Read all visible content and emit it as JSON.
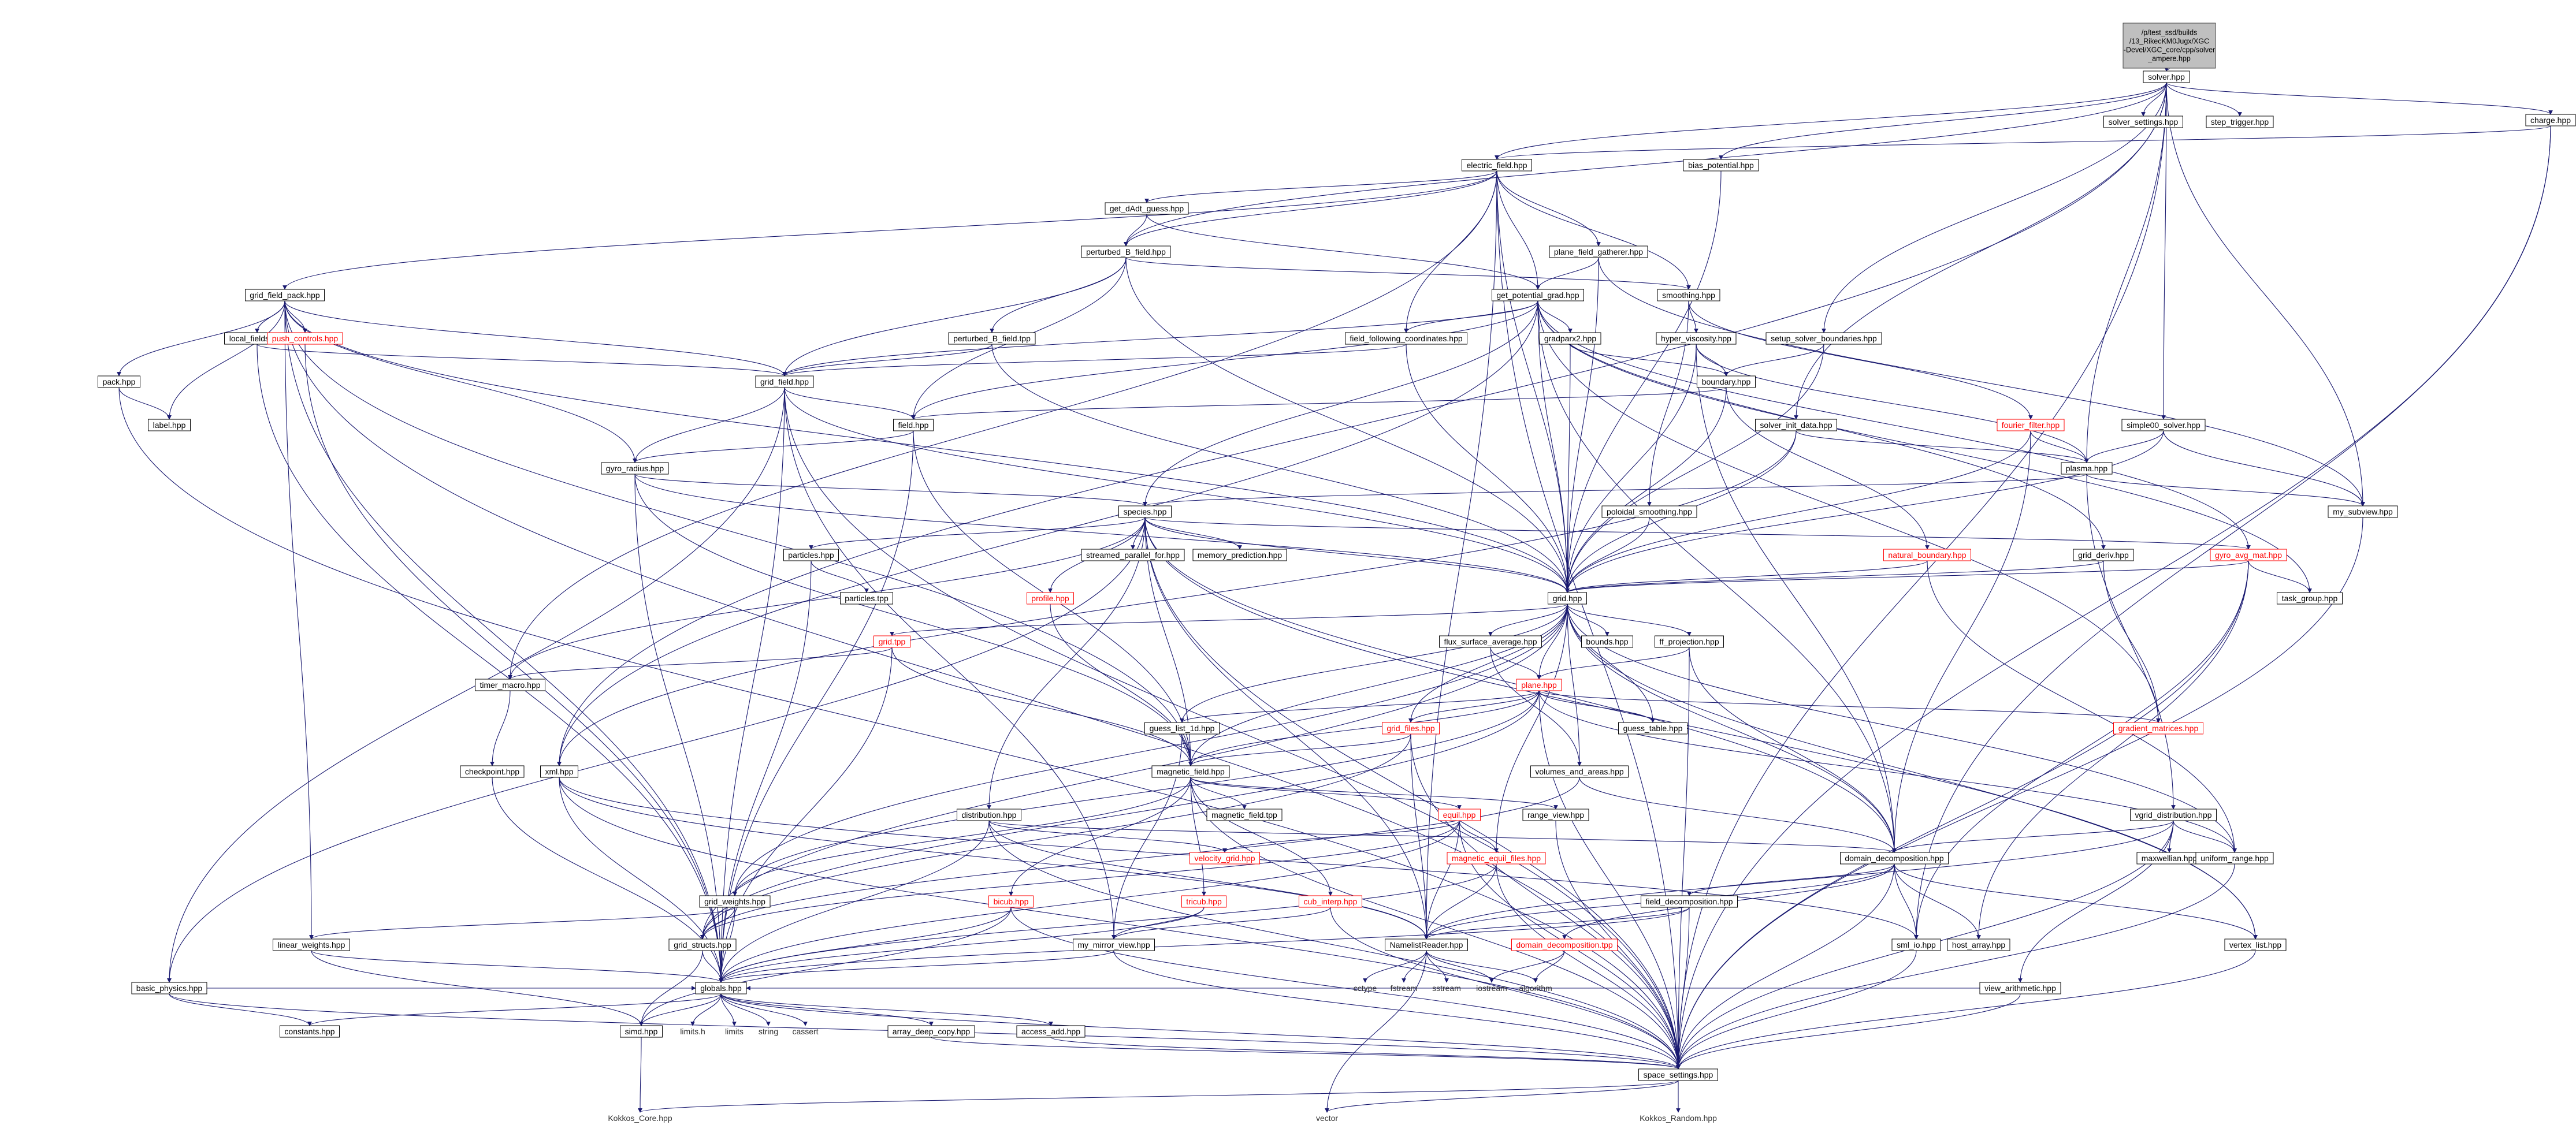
{
  "diagram": {
    "title": "Include dependency graph",
    "root": "solver.hpp",
    "colors": {
      "edge": "#191970",
      "missing_border": "#ff0000",
      "root_fill": "#bfbfbf"
    },
    "nodes": [
      {
        "id": "root",
        "lines": [
          "/p/test_ssd/builds",
          "/13_RikecKM0Jugx/XGC",
          "-Devel/XGC_core/cpp/solver",
          "_ampere.hpp"
        ],
        "kind": "root"
      },
      {
        "id": "solver",
        "lines": [
          "solver.hpp"
        ]
      },
      {
        "id": "charge",
        "lines": [
          "charge.hpp"
        ]
      },
      {
        "id": "solver_settings",
        "lines": [
          "solver_settings.hpp"
        ]
      },
      {
        "id": "step_trigger",
        "lines": [
          "step_trigger.hpp"
        ]
      },
      {
        "id": "bias_potential",
        "lines": [
          "bias_potential.hpp"
        ]
      },
      {
        "id": "electric_field",
        "lines": [
          "electric_field.hpp"
        ]
      },
      {
        "id": "get_dAdt_guess",
        "lines": [
          "get_dAdt_guess.hpp"
        ]
      },
      {
        "id": "perturbed_B_field",
        "lines": [
          "perturbed_B_field.hpp"
        ]
      },
      {
        "id": "plane_field_gatherer",
        "lines": [
          "plane_field_gatherer.hpp"
        ]
      },
      {
        "id": "grid_field_pack",
        "lines": [
          "grid_field_pack.hpp"
        ]
      },
      {
        "id": "get_potential_grad",
        "lines": [
          "get_potential_grad.hpp"
        ]
      },
      {
        "id": "smoothing",
        "lines": [
          "smoothing.hpp"
        ]
      },
      {
        "id": "local_fields",
        "lines": [
          "local_fields.hpp"
        ]
      },
      {
        "id": "push_controls",
        "lines": [
          "push_controls.hpp"
        ],
        "kind": "missing"
      },
      {
        "id": "perturbed_B_field_tpp",
        "lines": [
          "perturbed_B_field.tpp"
        ]
      },
      {
        "id": "field_following_coordinates",
        "lines": [
          "field_following_coordinates.hpp"
        ]
      },
      {
        "id": "gradparx2",
        "lines": [
          "gradparx2.hpp"
        ]
      },
      {
        "id": "hyper_viscosity",
        "lines": [
          "hyper_viscosity.hpp"
        ]
      },
      {
        "id": "setup_solver_boundaries",
        "lines": [
          "setup_solver_boundaries.hpp"
        ]
      },
      {
        "id": "pack",
        "lines": [
          "pack.hpp"
        ]
      },
      {
        "id": "grid_field",
        "lines": [
          "grid_field.hpp"
        ]
      },
      {
        "id": "boundary",
        "lines": [
          "boundary.hpp"
        ]
      },
      {
        "id": "label",
        "lines": [
          "label.hpp"
        ]
      },
      {
        "id": "field",
        "lines": [
          "field.hpp"
        ]
      },
      {
        "id": "solver_init_data",
        "lines": [
          "solver_init_data.hpp"
        ]
      },
      {
        "id": "fourier_filter",
        "lines": [
          "fourier_filter.hpp"
        ],
        "kind": "missing"
      },
      {
        "id": "simple00_solver",
        "lines": [
          "simple00_solver.hpp"
        ]
      },
      {
        "id": "gyro_radius",
        "lines": [
          "gyro_radius.hpp"
        ]
      },
      {
        "id": "plasma",
        "lines": [
          "plasma.hpp"
        ]
      },
      {
        "id": "species",
        "lines": [
          "species.hpp"
        ]
      },
      {
        "id": "my_subview",
        "lines": [
          "my_subview.hpp"
        ]
      },
      {
        "id": "poloidal_smoothing",
        "lines": [
          "poloidal_smoothing.hpp"
        ]
      },
      {
        "id": "particles",
        "lines": [
          "particles.hpp"
        ]
      },
      {
        "id": "natural_boundary",
        "lines": [
          "natural_boundary.hpp"
        ],
        "kind": "missing"
      },
      {
        "id": "grid_deriv",
        "lines": [
          "grid_deriv.hpp"
        ]
      },
      {
        "id": "gyro_avg_mat",
        "lines": [
          "gyro_avg_mat.hpp"
        ],
        "kind": "missing"
      },
      {
        "id": "particles_tpp",
        "lines": [
          "particles.tpp"
        ]
      },
      {
        "id": "streamed_parallel_for",
        "lines": [
          "streamed_parallel_for.hpp"
        ]
      },
      {
        "id": "memory_prediction",
        "lines": [
          "memory_prediction.hpp"
        ]
      },
      {
        "id": "profile",
        "lines": [
          "profile.hpp"
        ],
        "kind": "missing"
      },
      {
        "id": "grid",
        "lines": [
          "grid.hpp"
        ]
      },
      {
        "id": "task_group",
        "lines": [
          "task_group.hpp"
        ]
      },
      {
        "id": "grid_tpp",
        "lines": [
          "grid.tpp"
        ],
        "kind": "missing"
      },
      {
        "id": "flux_surface_average",
        "lines": [
          "flux_surface_average.hpp"
        ]
      },
      {
        "id": "bounds",
        "lines": [
          "bounds.hpp"
        ]
      },
      {
        "id": "ff_projection",
        "lines": [
          "ff_projection.hpp"
        ]
      },
      {
        "id": "timer_macro",
        "lines": [
          "timer_macro.hpp"
        ]
      },
      {
        "id": "plane",
        "lines": [
          "plane.hpp"
        ],
        "kind": "missing"
      },
      {
        "id": "guess_list_1d",
        "lines": [
          "guess_list_1d.hpp"
        ]
      },
      {
        "id": "grid_files",
        "lines": [
          "grid_files.hpp"
        ],
        "kind": "missing"
      },
      {
        "id": "guess_table",
        "lines": [
          "guess_table.hpp"
        ]
      },
      {
        "id": "gradient_matrices",
        "lines": [
          "gradient_matrices.hpp"
        ],
        "kind": "missing"
      },
      {
        "id": "checkpoint",
        "lines": [
          "checkpoint.hpp"
        ]
      },
      {
        "id": "xml",
        "lines": [
          "xml.hpp"
        ]
      },
      {
        "id": "magnetic_field",
        "lines": [
          "magnetic_field.hpp"
        ]
      },
      {
        "id": "volumes_and_areas",
        "lines": [
          "volumes_and_areas.hpp"
        ]
      },
      {
        "id": "range_view",
        "lines": [
          "range_view.hpp"
        ]
      },
      {
        "id": "magnetic_field_tpp",
        "lines": [
          "magnetic_field.tpp"
        ]
      },
      {
        "id": "distribution",
        "lines": [
          "distribution.hpp"
        ]
      },
      {
        "id": "equil",
        "lines": [
          "equil.hpp"
        ],
        "kind": "missing"
      },
      {
        "id": "vgrid_distribution",
        "lines": [
          "vgrid_distribution.hpp"
        ]
      },
      {
        "id": "velocity_grid",
        "lines": [
          "velocity_grid.hpp"
        ],
        "kind": "missing"
      },
      {
        "id": "magnetic_equil_files",
        "lines": [
          "magnetic_equil_files.hpp"
        ],
        "kind": "missing"
      },
      {
        "id": "domain_decomposition",
        "lines": [
          "domain_decomposition.hpp"
        ]
      },
      {
        "id": "maxwellian",
        "lines": [
          "maxwellian.hpp"
        ]
      },
      {
        "id": "uniform_range",
        "lines": [
          "uniform_range.hpp"
        ]
      },
      {
        "id": "bicub",
        "lines": [
          "bicub.hpp"
        ],
        "kind": "missing"
      },
      {
        "id": "tricub",
        "lines": [
          "tricub.hpp"
        ],
        "kind": "missing"
      },
      {
        "id": "cub_interp",
        "lines": [
          "cub_interp.hpp"
        ],
        "kind": "missing"
      },
      {
        "id": "grid_weights",
        "lines": [
          "grid_weights.hpp"
        ]
      },
      {
        "id": "field_decomposition",
        "lines": [
          "field_decomposition.hpp"
        ]
      },
      {
        "id": "sml",
        "lines": [
          "sml_io.hpp"
        ]
      },
      {
        "id": "host_array",
        "lines": [
          "host_array.hpp"
        ]
      },
      {
        "id": "vertex_list",
        "lines": [
          "vertex_list.hpp"
        ]
      },
      {
        "id": "linear_weights",
        "lines": [
          "linear_weights.hpp"
        ]
      },
      {
        "id": "grid_structs",
        "lines": [
          "grid_structs.hpp"
        ]
      },
      {
        "id": "my_mirror_view",
        "lines": [
          "my_mirror_view.hpp"
        ]
      },
      {
        "id": "NamelistReader",
        "lines": [
          "NamelistReader.hpp"
        ]
      },
      {
        "id": "domain_decomposition_tpp",
        "lines": [
          "domain_decomposition.tpp"
        ],
        "kind": "missing"
      },
      {
        "id": "view_arithmetic",
        "lines": [
          "view_arithmetic.hpp"
        ]
      },
      {
        "id": "basic_physics",
        "lines": [
          "basic_physics.hpp"
        ]
      },
      {
        "id": "globals",
        "lines": [
          "globals.hpp"
        ]
      },
      {
        "id": "cctype",
        "lines": [
          "cctype"
        ],
        "kind": "system"
      },
      {
        "id": "fstream",
        "lines": [
          "fstream"
        ],
        "kind": "system"
      },
      {
        "id": "sstream",
        "lines": [
          "sstream"
        ],
        "kind": "system"
      },
      {
        "id": "iostream",
        "lines": [
          "iostream"
        ],
        "kind": "system"
      },
      {
        "id": "algorithm",
        "lines": [
          "algorithm"
        ],
        "kind": "system"
      },
      {
        "id": "constants",
        "lines": [
          "constants.hpp"
        ]
      },
      {
        "id": "simd",
        "lines": [
          "simd.hpp"
        ]
      },
      {
        "id": "limits_h",
        "lines": [
          "limits.h"
        ],
        "kind": "system"
      },
      {
        "id": "limits",
        "lines": [
          "limits"
        ],
        "kind": "system"
      },
      {
        "id": "string",
        "lines": [
          "string"
        ],
        "kind": "system"
      },
      {
        "id": "cassert",
        "lines": [
          "cassert"
        ],
        "kind": "system"
      },
      {
        "id": "array_deep_copy",
        "lines": [
          "array_deep_copy.hpp"
        ]
      },
      {
        "id": "access_add",
        "lines": [
          "access_add.hpp"
        ]
      },
      {
        "id": "space_settings",
        "lines": [
          "space_settings.hpp"
        ]
      },
      {
        "id": "Kokkos_Core",
        "lines": [
          "Kokkos_Core.hpp"
        ],
        "kind": "system"
      },
      {
        "id": "vector",
        "lines": [
          "vector"
        ],
        "kind": "system"
      },
      {
        "id": "Kokkos_Random",
        "lines": [
          "Kokkos_Random.hpp"
        ],
        "kind": "system"
      }
    ]
  }
}
